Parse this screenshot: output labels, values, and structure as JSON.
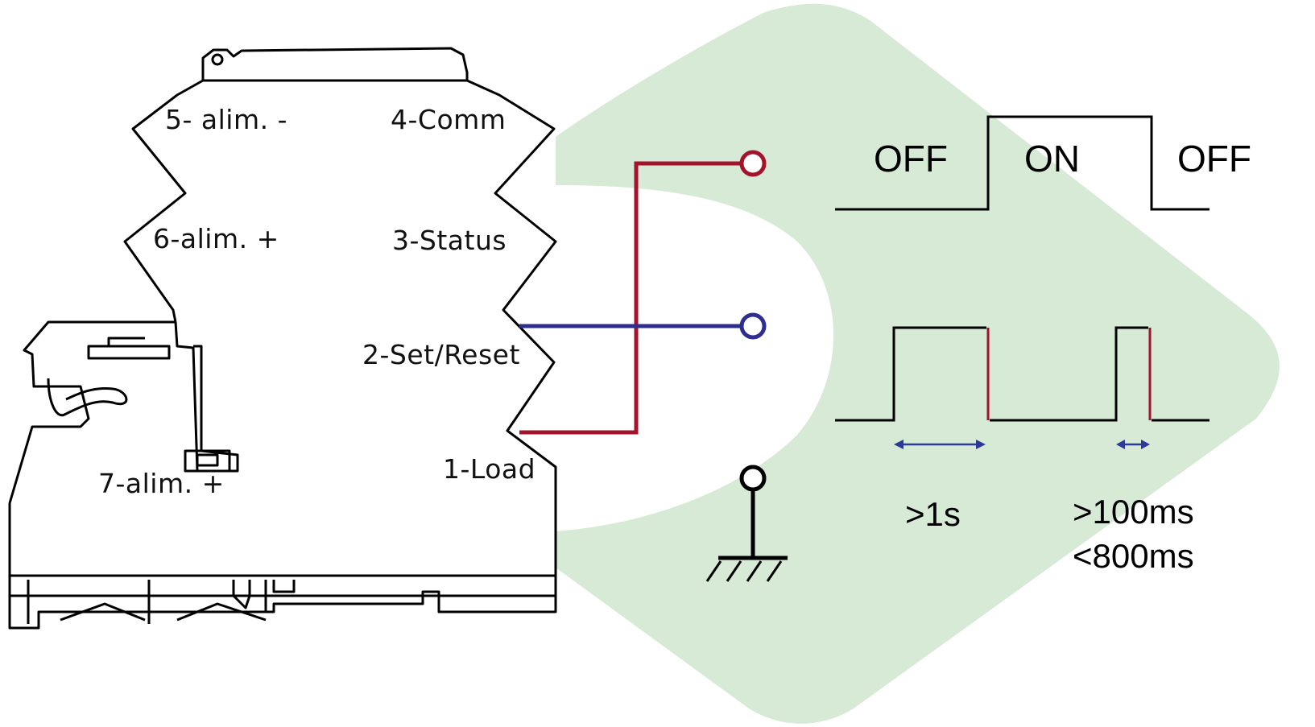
{
  "colors": {
    "background_shape": "#d6ead6",
    "device_outline": "#000000",
    "load_wire": "#a3132c",
    "set_reset_wire": "#2e2e8f",
    "ground": "#000000",
    "arrow": "#2e3a9a"
  },
  "device": {
    "terminals": {
      "t5": "5- alim. -",
      "t4": "4-Comm",
      "t6": "6-alim. +",
      "t3": "3-Status",
      "t2": "2-Set/Reset",
      "t7": "7-alim. +",
      "t1": "1-Load"
    }
  },
  "output_states": {
    "off_left": "OFF",
    "on": "ON",
    "off_right": "OFF"
  },
  "timing": {
    "long_pulse": ">1s",
    "short_pulse_min": ">100ms",
    "short_pulse_max": "<800ms"
  }
}
